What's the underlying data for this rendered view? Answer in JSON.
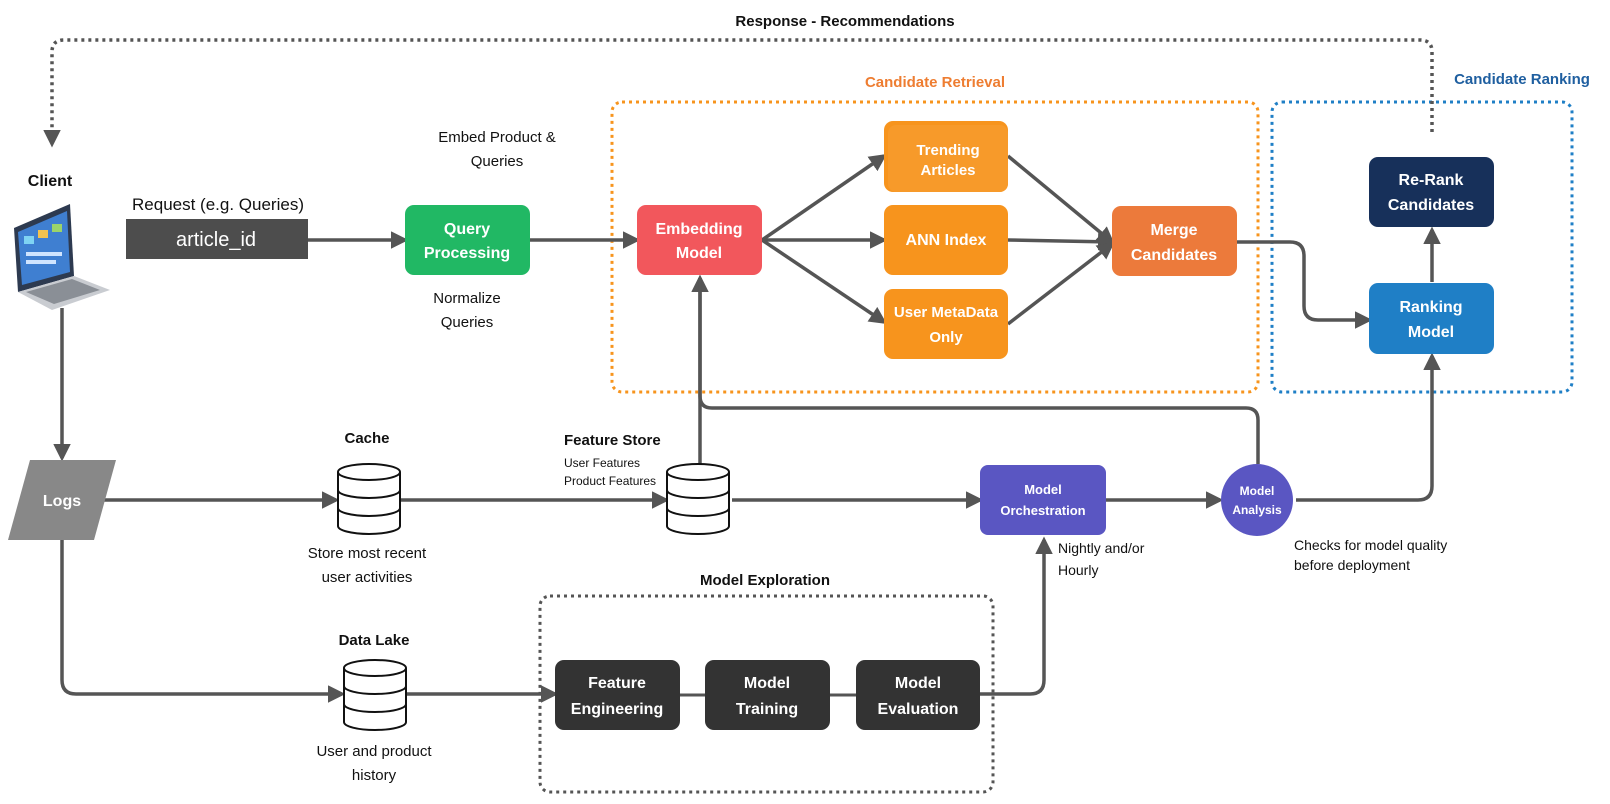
{
  "diagram": {
    "title_response": "Response - Recommendations",
    "client": {
      "label": "Client"
    },
    "request": {
      "label": "Request (e.g. Queries)",
      "field_value": "article_id"
    },
    "embed_note": {
      "line1": "Embed Product &",
      "line2": "Queries"
    },
    "normalize_note": {
      "line1": "Normalize",
      "line2": "Queries"
    },
    "query_processing": {
      "line1": "Query",
      "line2": "Processing"
    },
    "embedding_model": {
      "line1": "Embedding",
      "line2": "Model"
    },
    "candidate_retrieval": {
      "title": "Candidate Retrieval"
    },
    "candidate_ranking": {
      "title": "Candidate Ranking"
    },
    "trending_articles": {
      "line1": "Trending",
      "line2": "Articles"
    },
    "ann_index": {
      "label": "ANN Index"
    },
    "user_metadata": {
      "line1": "User MetaData",
      "line2": "Only"
    },
    "merge_candidates": {
      "line1": "Merge",
      "line2": "Candidates"
    },
    "rerank": {
      "line1": "Re-Rank",
      "line2": "Candidates"
    },
    "ranking_model": {
      "line1": "Ranking",
      "line2": "Model"
    },
    "logs": {
      "label": "Logs"
    },
    "cache": {
      "title": "Cache",
      "caption1": "Store most recent",
      "caption2": "user activities"
    },
    "feature_store": {
      "title": "Feature Store",
      "sub1": "User Features",
      "sub2": "Product Features"
    },
    "model_orchestration": {
      "line1": "Model",
      "line2": "Orchestration"
    },
    "schedule_note": {
      "line1": "Nightly and/or",
      "line2": "Hourly"
    },
    "model_analysis": {
      "line1": "Model",
      "line2": "Analysis"
    },
    "analysis_note": {
      "line1": "Checks for model quality",
      "line2": "before deployment"
    },
    "data_lake": {
      "title": "Data Lake",
      "caption1": "User and product",
      "caption2": "history"
    },
    "model_exploration": {
      "title": "Model Exploration"
    },
    "feature_engineering": {
      "line1": "Feature",
      "line2": "Engineering"
    },
    "model_training": {
      "line1": "Model",
      "line2": "Training"
    },
    "model_evaluation": {
      "line1": "Model",
      "line2": "Evaluation"
    }
  },
  "colors": {
    "connector": "#555555",
    "retrieval_orange": "#f7941d",
    "retrieval_title": "#ee7d31",
    "ranking_blue": "#1f7fc6",
    "ranking_title": "#1f5fa0",
    "query_green": "#21b864",
    "embedding_red": "#f2575c",
    "merge_orange": "#ec7a3b",
    "rerank_navy": "#17305a",
    "orchestration_purple": "#5a56c2",
    "exploration_dark": "#333333",
    "logs_gray": "#888888"
  }
}
